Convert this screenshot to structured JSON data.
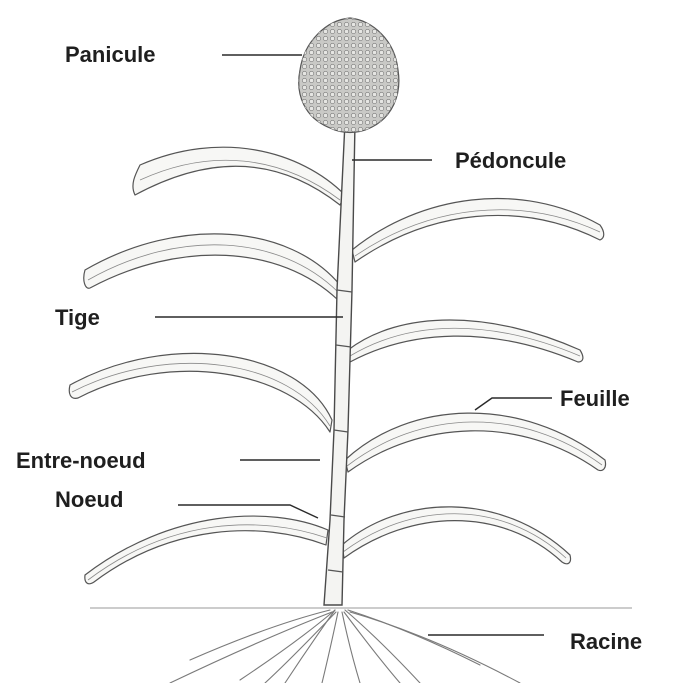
{
  "labels": {
    "panicule": "Panicule",
    "pedoncule": "Pédoncule",
    "tige": "Tige",
    "feuille": "Feuille",
    "entre_noeud": "Entre-noeud",
    "noeud": "Noeud",
    "racine": "Racine"
  },
  "colors": {
    "label_text": "#1f1f1f",
    "outline": "#4a4a4a",
    "fill": "#f4f4f2",
    "background": "#ffffff"
  }
}
